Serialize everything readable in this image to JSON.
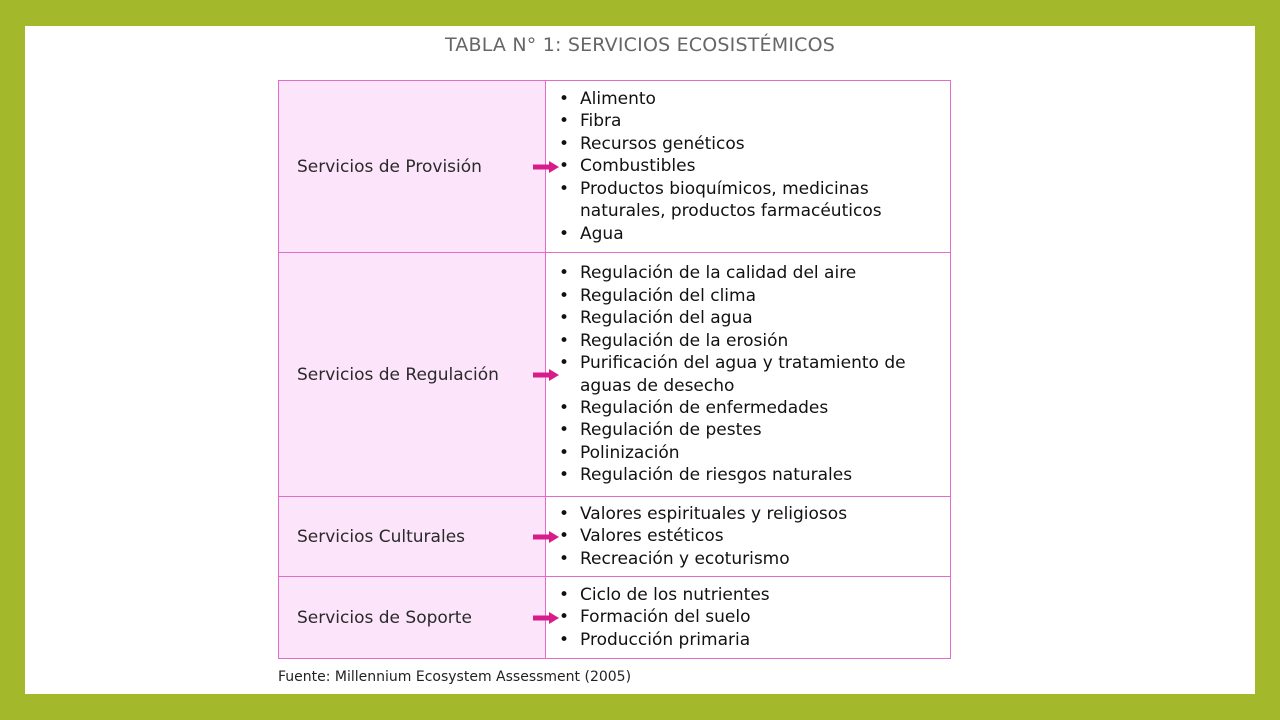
{
  "title": "TABLA N° 1: SERVICIOS ECOSISTÉMICOS",
  "colors": {
    "frame": "#a4b82b",
    "border": "#e56bc9",
    "category_fill": "#fce4fb",
    "arrow": "#d81b8a"
  },
  "rows": [
    {
      "category": "Servicios de Provisión",
      "items": [
        "Alimento",
        "Fibra",
        "Recursos genéticos",
        "Combustibles",
        "Productos bioquímicos, medicinas naturales, productos farmacéuticos",
        "Agua"
      ]
    },
    {
      "category": "Servicios de Regulación",
      "items": [
        "Regulación de la calidad del aire",
        "Regulación del clima",
        "Regulación del agua",
        "Regulación de la erosión",
        "Purificación del agua y tratamiento de aguas de desecho",
        "Regulación de enfermedades",
        "Regulación de pestes",
        "Polinización",
        "Regulación de riesgos naturales"
      ]
    },
    {
      "category": "Servicios Culturales",
      "items": [
        "Valores espirituales y religiosos",
        "Valores estéticos",
        "Recreación y ecoturismo"
      ]
    },
    {
      "category": "Servicios de Soporte",
      "items": [
        "Ciclo de los nutrientes",
        "Formación del suelo",
        "Producción primaria"
      ]
    }
  ],
  "source": "Fuente: Millennium Ecosystem Assessment  (2005)"
}
